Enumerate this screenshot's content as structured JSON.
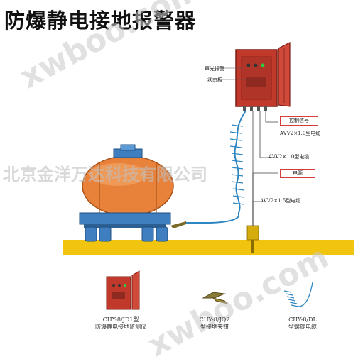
{
  "title": "防爆静电接地报警器",
  "diagram": {
    "labels": {
      "audible_visual_alarm": "声光报警",
      "status_panel": "状态板",
      "control_signal": "控制信号",
      "cable_1_0_top": "AVV2×1.0型电缆",
      "cable_1_0_mid": "AVV2×1.0型电缆",
      "power": "电源",
      "cable_1_5": "AVV2×1.5型电缆"
    }
  },
  "products": [
    {
      "model": "CHY-8/JD1型",
      "name": "防爆静电接地监测仪"
    },
    {
      "model": "CHY-8/JQ2",
      "name": "型接地夹钳"
    },
    {
      "model": "CHY-8/DL",
      "name": "型螺旋电缆"
    }
  ],
  "watermarks": {
    "site_top": "xwboo.com",
    "company": "北京金洋万达科技有限公司",
    "site_bottom": "xwboo.com"
  },
  "colors": {
    "enclosure_red": "#c0392b",
    "tank_orange": "#e8823a",
    "cable_blue": "#2e86c1",
    "ground_yellow": "#f1c40f",
    "truck_blue": "#3f7fbf"
  }
}
